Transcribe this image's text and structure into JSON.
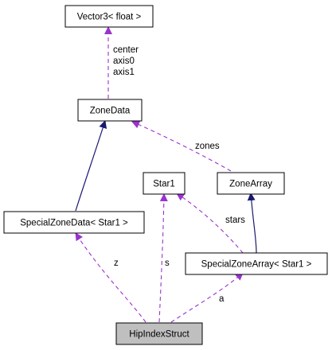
{
  "colors": {
    "usage_edge": "#9a32cd",
    "inherit_edge": "#191970",
    "node_fill": "#ffffff",
    "focus_node_fill": "#bfbfbf",
    "node_border": "#000000"
  },
  "nodes": {
    "vector3": {
      "label": "Vector3< float >"
    },
    "zonedata": {
      "label": "ZoneData"
    },
    "star1": {
      "label": "Star1"
    },
    "zonearray": {
      "label": "ZoneArray"
    },
    "specialzonedata": {
      "label": "SpecialZoneData< Star1 >"
    },
    "specialzonearray": {
      "label": "SpecialZoneArray< Star1 >"
    },
    "hipindexstruct": {
      "label": "HipIndexStruct"
    }
  },
  "edge_labels": {
    "center": "center",
    "axis0": "axis0",
    "axis1": "axis1",
    "zones": "zones",
    "stars": "stars",
    "z": "z",
    "s": "s",
    "a": "a"
  }
}
